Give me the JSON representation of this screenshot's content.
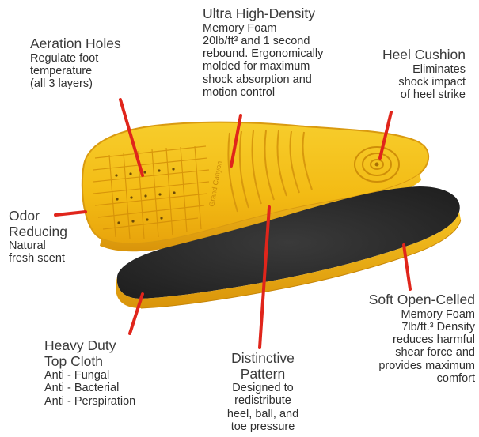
{
  "callouts": {
    "aeration": {
      "title": "Aeration Holes",
      "desc": [
        "Regulate foot",
        "temperature",
        "(all 3 layers)"
      ]
    },
    "memory_foam": {
      "title": [
        "Ultra High-Density",
        "Memory Foam"
      ],
      "desc": [
        "20lb/ft³ and 1 second",
        "rebound. Ergonomically",
        "molded for maximum",
        "shock absorption and",
        "motion control"
      ]
    },
    "heel_cushion": {
      "title": "Heel Cushion",
      "desc": [
        "Eliminates",
        "shock impact",
        "of heel strike"
      ]
    },
    "odor": {
      "title": [
        "Odor",
        "Reducing"
      ],
      "desc": [
        "Natural",
        "fresh scent"
      ]
    },
    "soft_cell": {
      "title": [
        "Soft Open-Celled",
        "Memory Foam"
      ],
      "desc": [
        "7lb/ft.³ Density",
        "reduces harmful",
        "shear force and",
        "provides maximum",
        "comfort"
      ]
    },
    "heavy_duty": {
      "title": [
        "Heavy Duty",
        "Top Cloth"
      ],
      "desc": [
        "Anti - Fungal",
        "Anti - Bacterial",
        "Anti - Perspiration"
      ]
    },
    "pattern": {
      "title": [
        "Distinctive",
        "Pattern"
      ],
      "desc": [
        "Designed to",
        "redistribute",
        "heel, ball, and",
        "toe pressure"
      ]
    }
  },
  "colors": {
    "pointer": "#e0251b",
    "foam_yellow": "#f5c21a",
    "foam_edge": "#e8a811",
    "top_cloth": "#2b2b2b"
  },
  "insole_branding": "Grand Canyon"
}
